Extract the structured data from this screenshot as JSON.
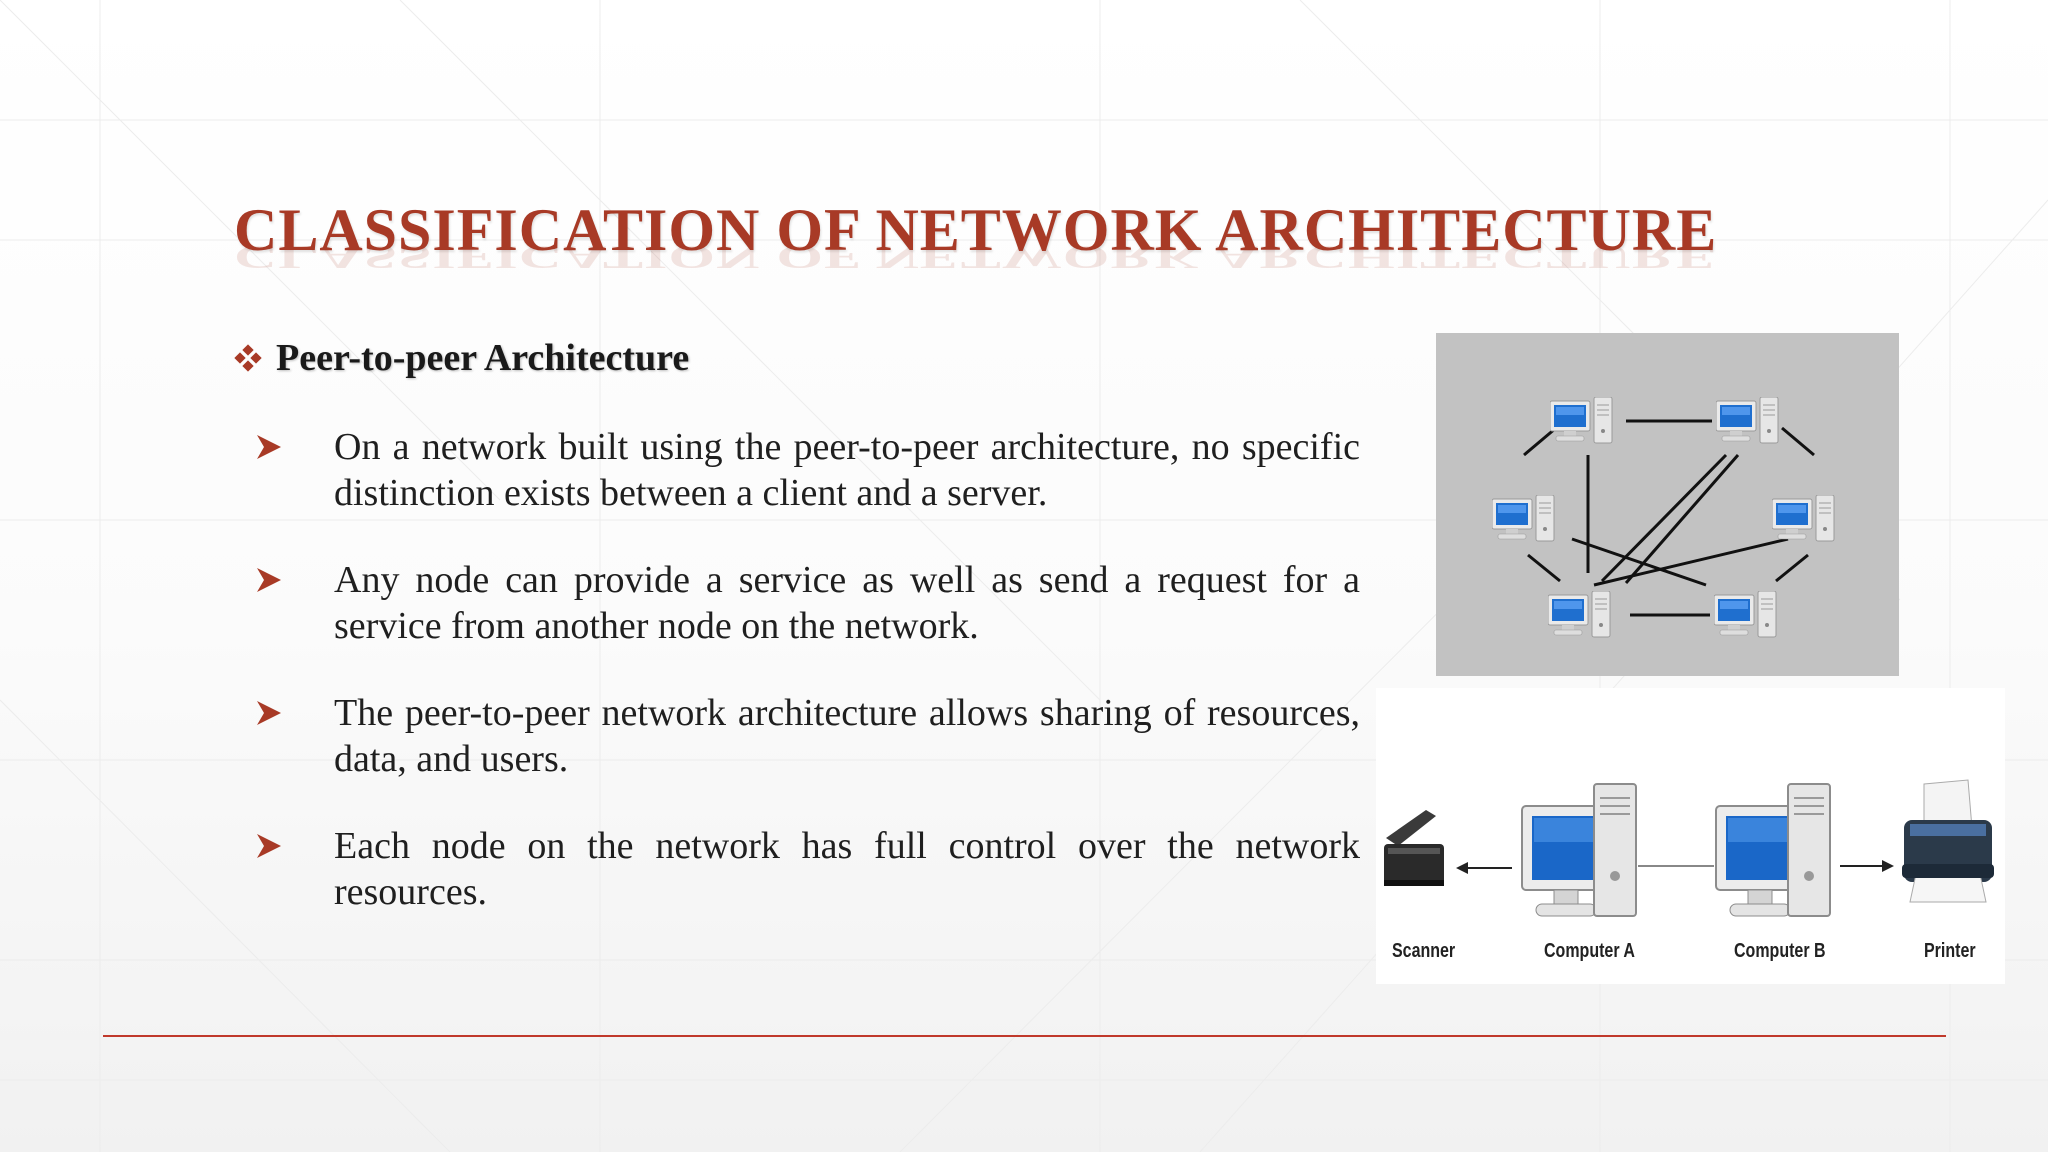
{
  "slide": {
    "title": "CLASSIFICATION  OF  NETWORK  ARCHITECTURE",
    "subheading": "Peer-to-peer Architecture",
    "bullets": [
      "On a network built using the peer-to-peer architecture, no specific distinction exists between a client and a server.",
      "Any node can provide a service as well as send a  request for a service from another node on the network.",
      "The peer-to-peer network architecture allows sharing of resources, data, and users.",
      "Each node on the network has full control over the  network resources."
    ],
    "diagram_captions": {
      "scanner": "Scanner",
      "computer_a": "Computer A",
      "computer_b": "Computer B",
      "printer": "Printer"
    },
    "icons": {
      "subheading_bullet": "diamond-bullet-icon",
      "list_bullet": "arrowhead-bullet-icon"
    },
    "colors": {
      "title": "#a83a26",
      "accent_line": "#c0392b",
      "bullet_arrow": "#a83a26",
      "diagram_background": "#c2c2c2"
    }
  }
}
